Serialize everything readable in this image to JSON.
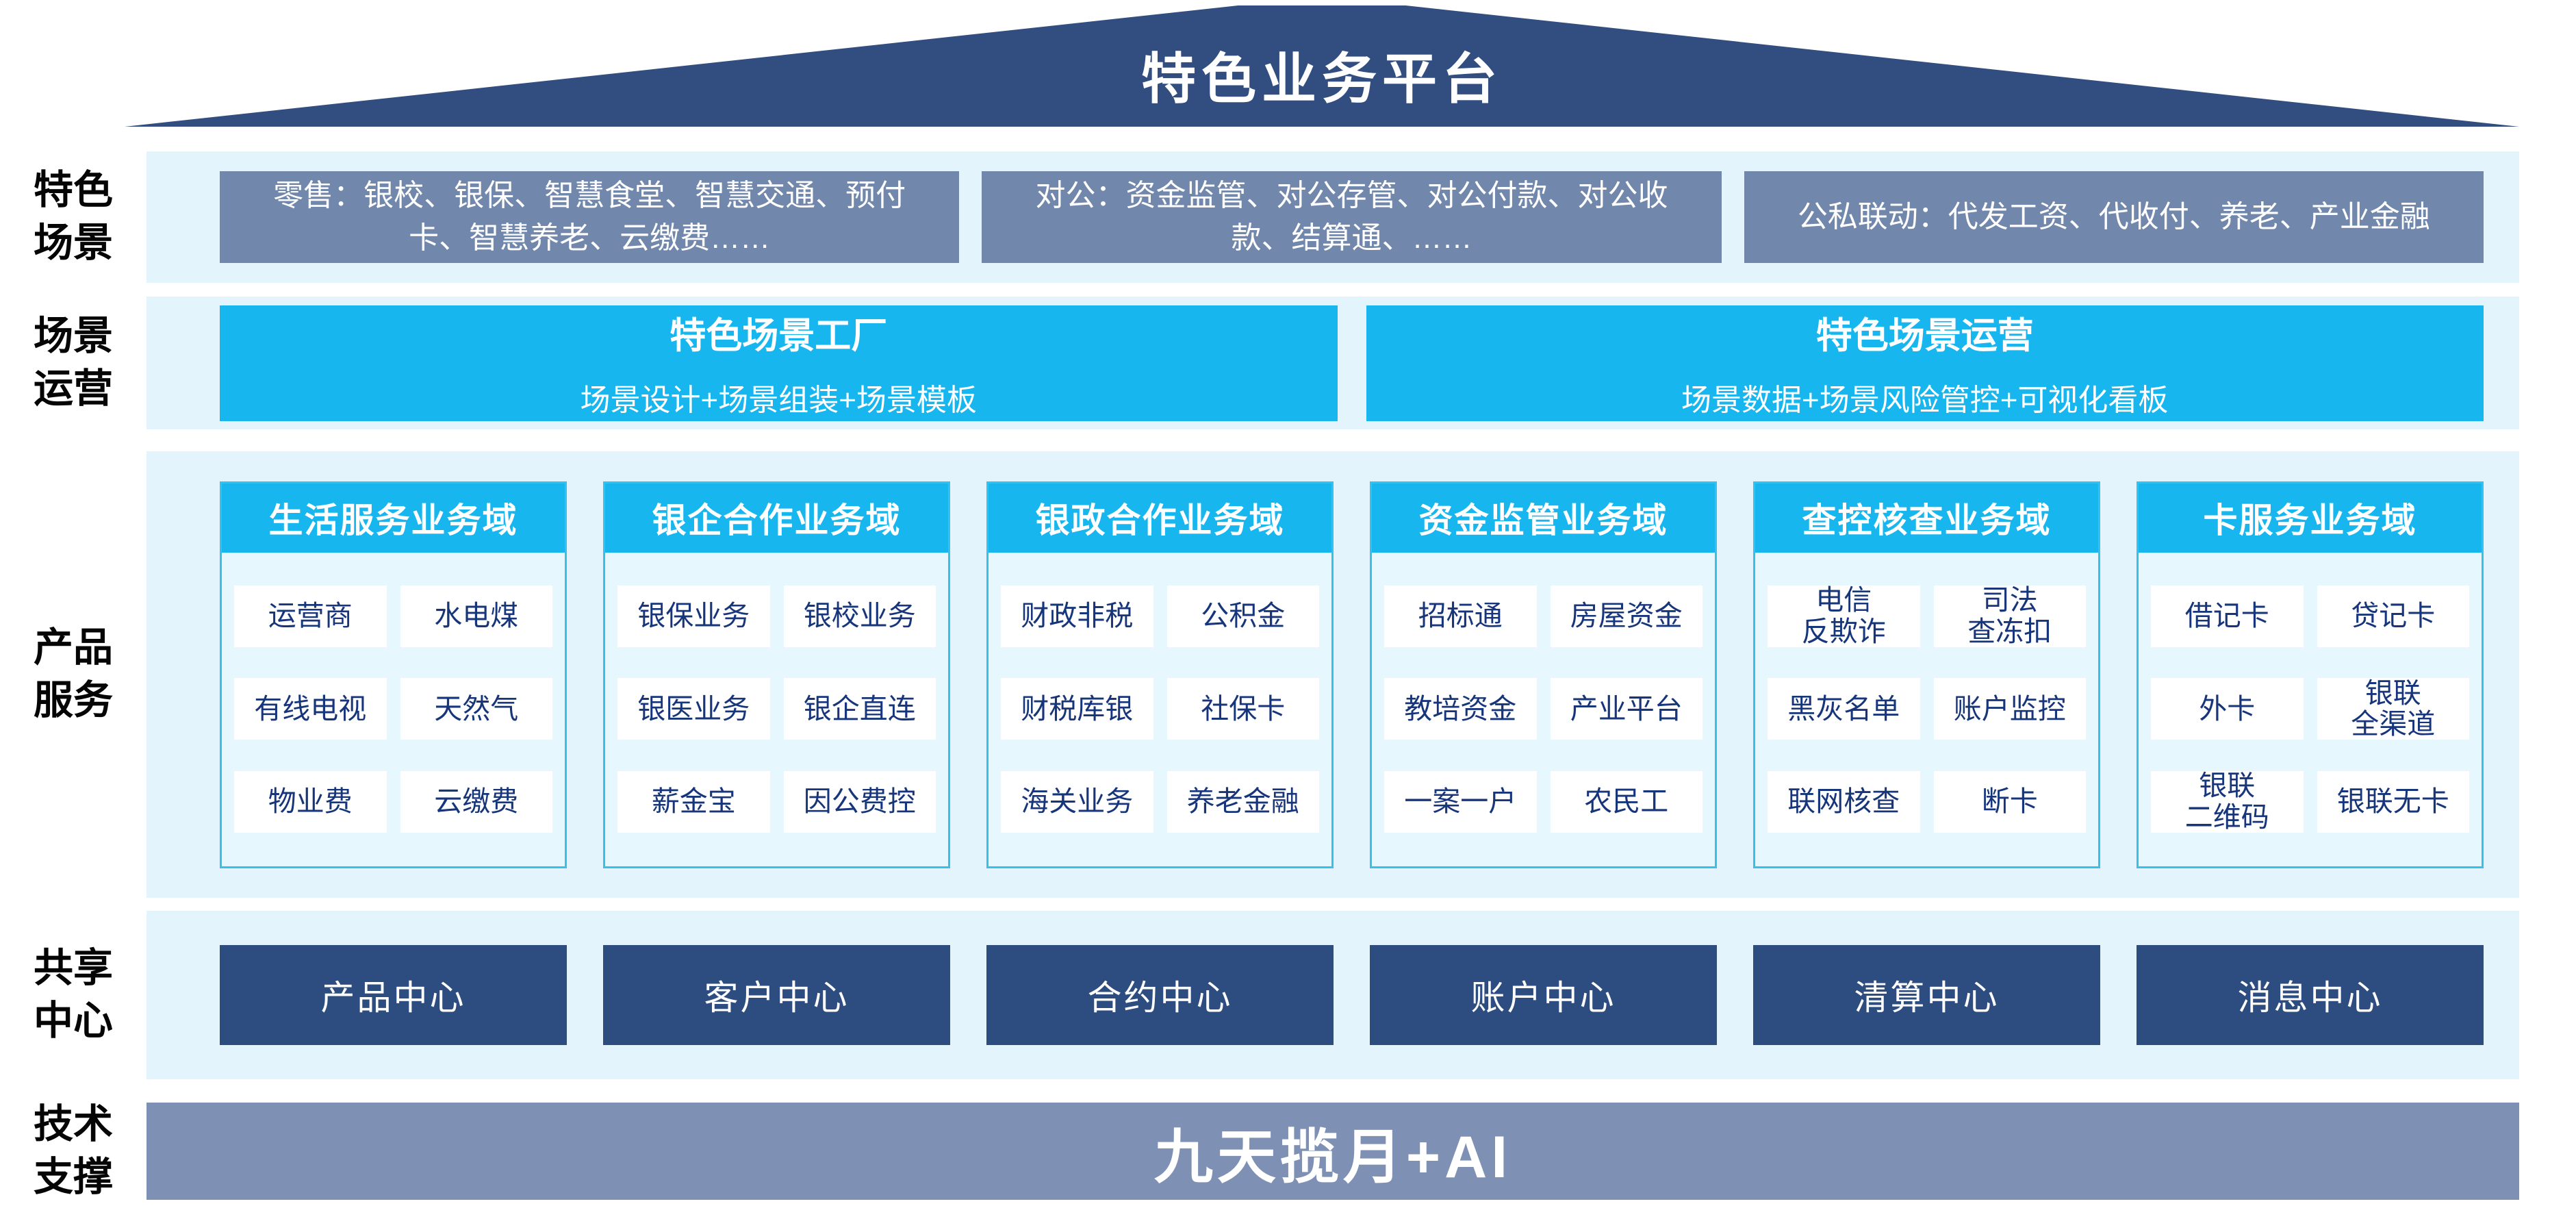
{
  "platform_title": "特色业务平台",
  "row_labels": {
    "scenes": "特色\n场景",
    "operation": "场景\n运营",
    "products": "产品\n服务",
    "sharing": "共享\n中心",
    "tech": "技术\n支撑"
  },
  "scene_boxes": [
    "零售：银校、银保、智慧食堂、智慧交通、预付卡、智慧养老、云缴费……",
    "对公：资金监管、对公存管、对公付款、对公收款、结算通、……",
    "公私联动：代发工资、代收付、养老、产业金融"
  ],
  "operation_boxes": [
    {
      "title": "特色场景工厂",
      "subtitle": "场景设计+场景组装+场景模板"
    },
    {
      "title": "特色场景运营",
      "subtitle": "场景数据+场景风险管控+可视化看板"
    }
  ],
  "product_columns": [
    {
      "header": "生活服务业务域",
      "cells": [
        "运营商",
        "水电煤",
        "有线电视",
        "天然气",
        "物业费",
        "云缴费"
      ]
    },
    {
      "header": "银企合作业务域",
      "cells": [
        "银保业务",
        "银校业务",
        "银医业务",
        "银企直连",
        "薪金宝",
        "因公费控"
      ]
    },
    {
      "header": "银政合作业务域",
      "cells": [
        "财政非税",
        "公积金",
        "财税库银",
        "社保卡",
        "海关业务",
        "养老金融"
      ]
    },
    {
      "header": "资金监管业务域",
      "cells": [
        "招标通",
        "房屋资金",
        "教培资金",
        "产业平台",
        "一案一户",
        "农民工"
      ]
    },
    {
      "header": "查控核查业务域",
      "cells": [
        "电信\n反欺诈",
        "司法\n查冻扣",
        "黑灰名单",
        "账户监控",
        "联网核查",
        "断卡"
      ]
    },
    {
      "header": "卡服务业务域",
      "cells": [
        "借记卡",
        "贷记卡",
        "外卡",
        "银联\n全渠道",
        "银联\n二维码",
        "银联无卡"
      ]
    }
  ],
  "sharing_centers": [
    "产品中心",
    "客户中心",
    "合约中心",
    "账户中心",
    "清算中心",
    "消息中心"
  ],
  "tech_bar": "九天揽月+AI",
  "colors": {
    "roof_blue": "#324e80",
    "band_light_blue": "#e3f4fc",
    "scene_gray_blue": "#7187ab",
    "cyan": "#18b6ee",
    "column_border_cyan": "#35c1ed",
    "column_body": "#e6f7fe",
    "cell_text_navy": "#17357a",
    "center_dark_blue": "#2d4d80",
    "tech_gray_blue": "#7e90b4"
  }
}
